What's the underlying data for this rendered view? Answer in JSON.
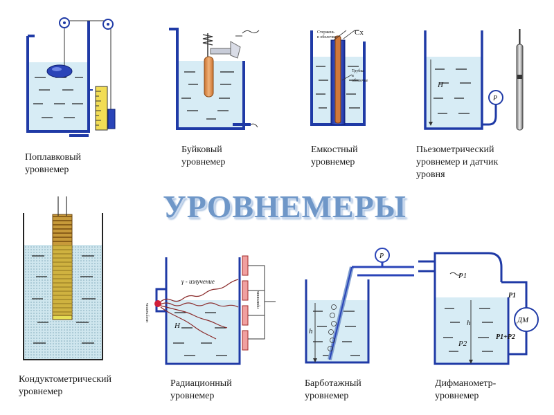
{
  "title": "УРОВНЕМЕРЫ",
  "captions": {
    "float": "Поплавковый\nуровнемер",
    "buoy": "Буйковый\nуровнемер",
    "capacitive": "Емкостный\nуровнемер",
    "piezo": "Пьезометрический\nуровнемер и датчик\nуровня",
    "conducto": "Кондуктометрический\nуровнемер",
    "radiation": "Радиационный\nуровнемер",
    "bubbler": "Барботажный\nуровнемер",
    "diffmano": "Дифманометр-\nуровнемер"
  },
  "labels": {
    "cap_lbl1": "Стержень\nв оболочке",
    "cap_cx": "Cx",
    "cap_lbl2": "Трубка\nв\nоболочке",
    "piezo_h": "H",
    "piezo_p": "P",
    "rad_gamma": "γ - излучение",
    "rad_h": "H",
    "rad_source": "излучатель",
    "rad_receiver": "приемник",
    "bub_p": "P",
    "bub_h": "h",
    "dm_p1_top": "P1",
    "dm_p1": "P1",
    "dm_dm": "ДМ",
    "dm_h": "h",
    "dm_p2": "P2",
    "dm_sum": "P1+P2"
  },
  "colors": {
    "tank": "#1f3aa6",
    "liquid": "#d7ecf5",
    "float": "#2a44b8",
    "buoy": "#e0914d",
    "scale": "#f2dd55"
  }
}
